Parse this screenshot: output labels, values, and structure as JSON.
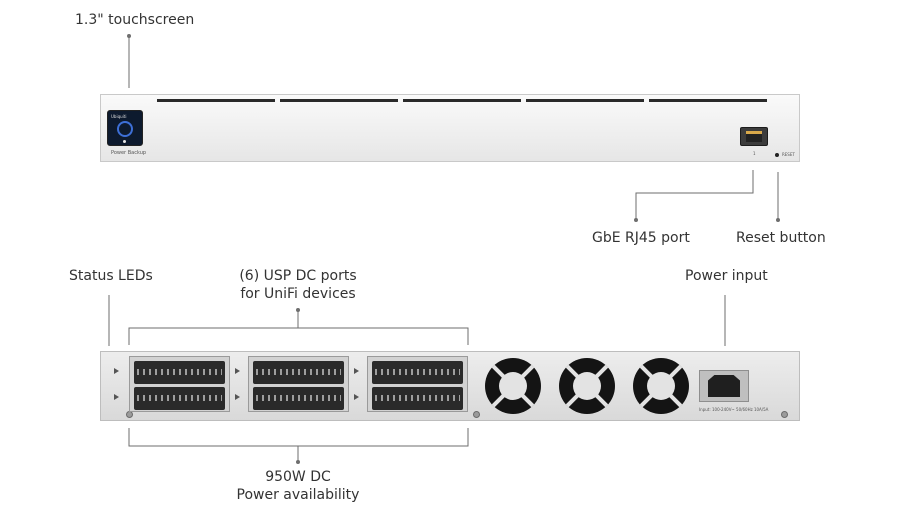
{
  "labels": {
    "touchscreen": "1.3\" touchscreen",
    "rj45": "GbE RJ45 port",
    "reset": "Reset button",
    "status_leds": "Status LEDs",
    "dc_ports_line1": "(6) USP DC ports",
    "dc_ports_line2": "for UniFi devices",
    "power_input": "Power input",
    "dc_power_line1": "950W DC",
    "dc_power_line2": "Power availability"
  },
  "device_text": {
    "screen_brand": "Ubiquiti",
    "screen_caption": "Power Backup",
    "reset_tiny": "RESET",
    "port_tiny": "1",
    "power_tiny": "Input: 100-240V~ 50/60Hz 10A/5A"
  },
  "colors": {
    "screen_ring": "#3d6fd6",
    "port_led": "#d8a84a",
    "unit_body": "#e6e6e6"
  }
}
